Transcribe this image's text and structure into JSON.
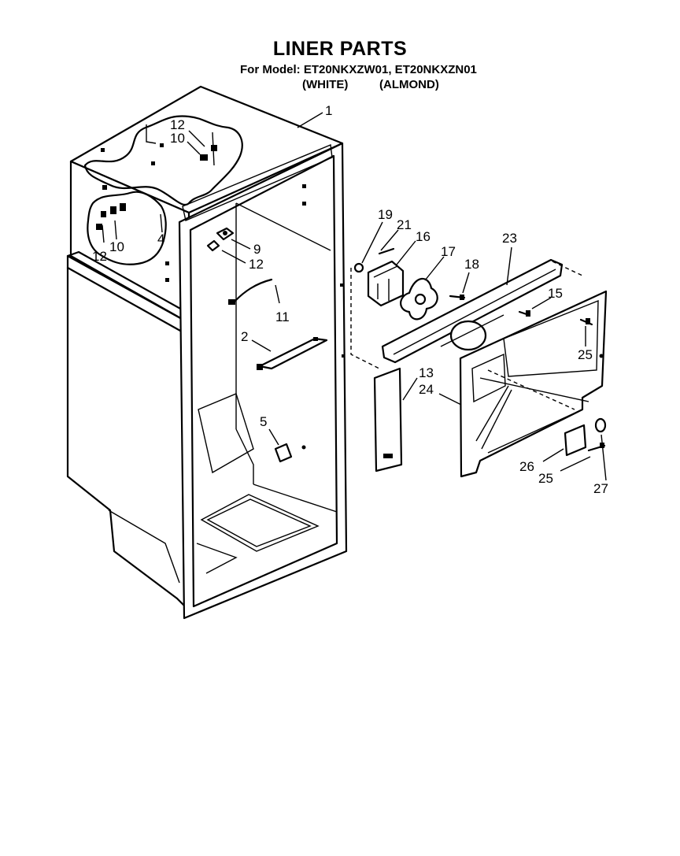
{
  "header": {
    "title": "LINER PARTS",
    "model_line": "For Model: ET20NKXZW01, ET20NKXZN01",
    "variants": [
      "(WHITE)",
      "(ALMOND)"
    ]
  },
  "callouts": [
    "1",
    "12",
    "10",
    "12",
    "10",
    "4",
    "9",
    "12",
    "11",
    "2",
    "5",
    "19",
    "21",
    "16",
    "17",
    "18",
    "23",
    "15",
    "25",
    "13",
    "24",
    "26",
    "25",
    "27"
  ]
}
